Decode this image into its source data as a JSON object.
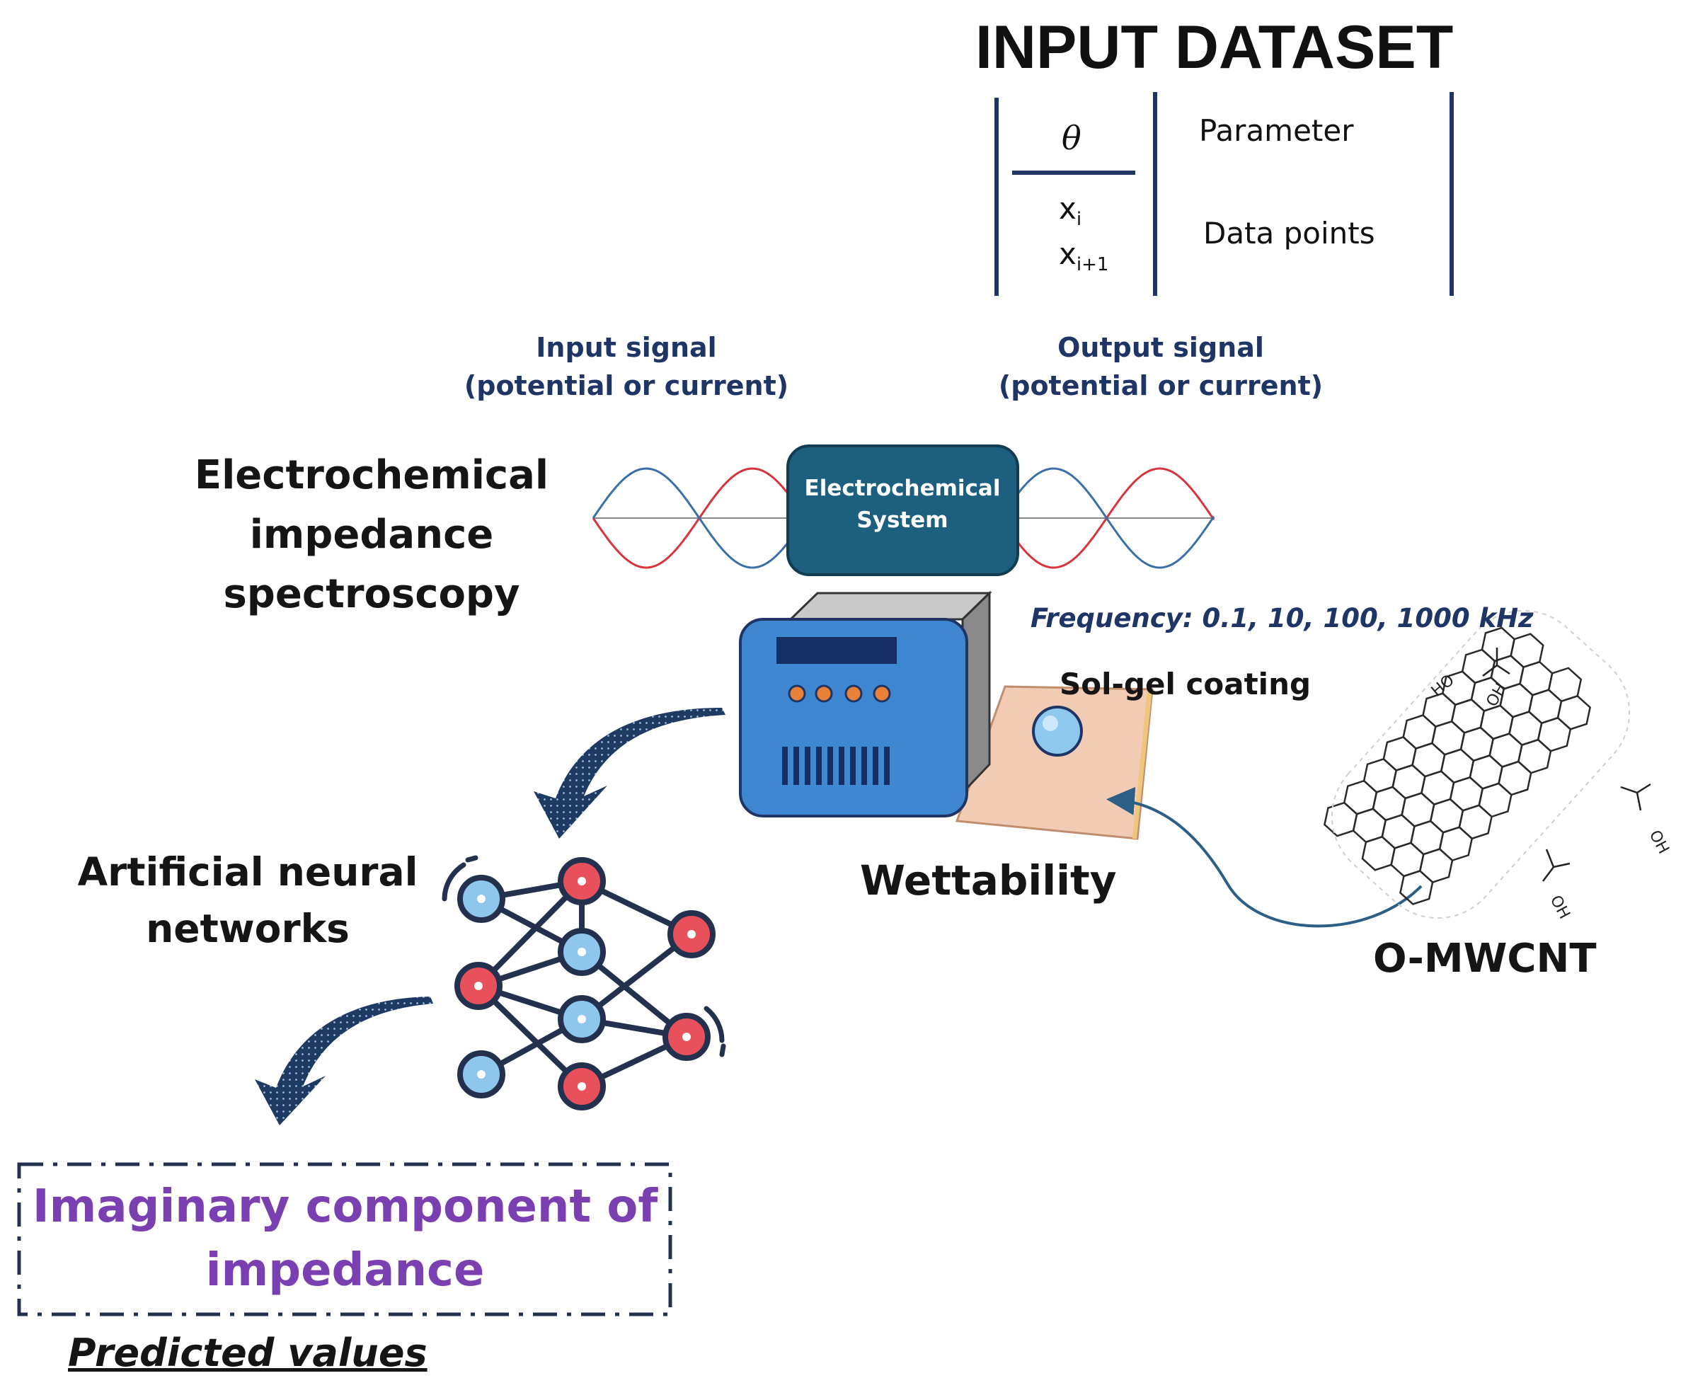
{
  "input_dataset": {
    "title": "INPUT DATASET",
    "theta_symbol": "θ",
    "parameter_label": "Parameter",
    "x_base": "x",
    "x_i_sub": "i",
    "x_i1_sub": "i+1",
    "data_points_label": "Data points"
  },
  "signals": {
    "input_line1": "Input signal",
    "input_line2": "(potential or current)",
    "output_line1": "Output signal",
    "output_line2": "(potential or current)"
  },
  "system_box": {
    "line1": "Electrochemical",
    "line2": "System"
  },
  "eis_label": {
    "line1": "Electrochemical",
    "line2": "impedance",
    "line3": "spectroscopy"
  },
  "frequency_text": "Frequency: 0.1, 10, 100, 1000 kHz",
  "sol_gel_label": "Sol-gel coating",
  "wettability_label": "Wettability",
  "omwcnt_label": "O-MWCNT",
  "molecule_labels": {
    "ho": "HO",
    "oh1": "OH",
    "oh2": "OH",
    "oh3": "OH"
  },
  "ann_label": {
    "line1": "Artificial neural",
    "line2": "networks"
  },
  "output_box": {
    "line1": "Imaginary component of",
    "line2": "impedance"
  },
  "predicted_label": "Predicted values",
  "colors": {
    "navy": "#1f3566",
    "system_box": "#1d5f7f",
    "device_blue": "#3f87d1",
    "coating": "#f2cbb4",
    "node_red": "#e8505b",
    "node_blue": "#8ec6ee",
    "purple": "#7a3fb0",
    "red_wave": "#d9333d",
    "blue_wave": "#3b6fa8"
  }
}
